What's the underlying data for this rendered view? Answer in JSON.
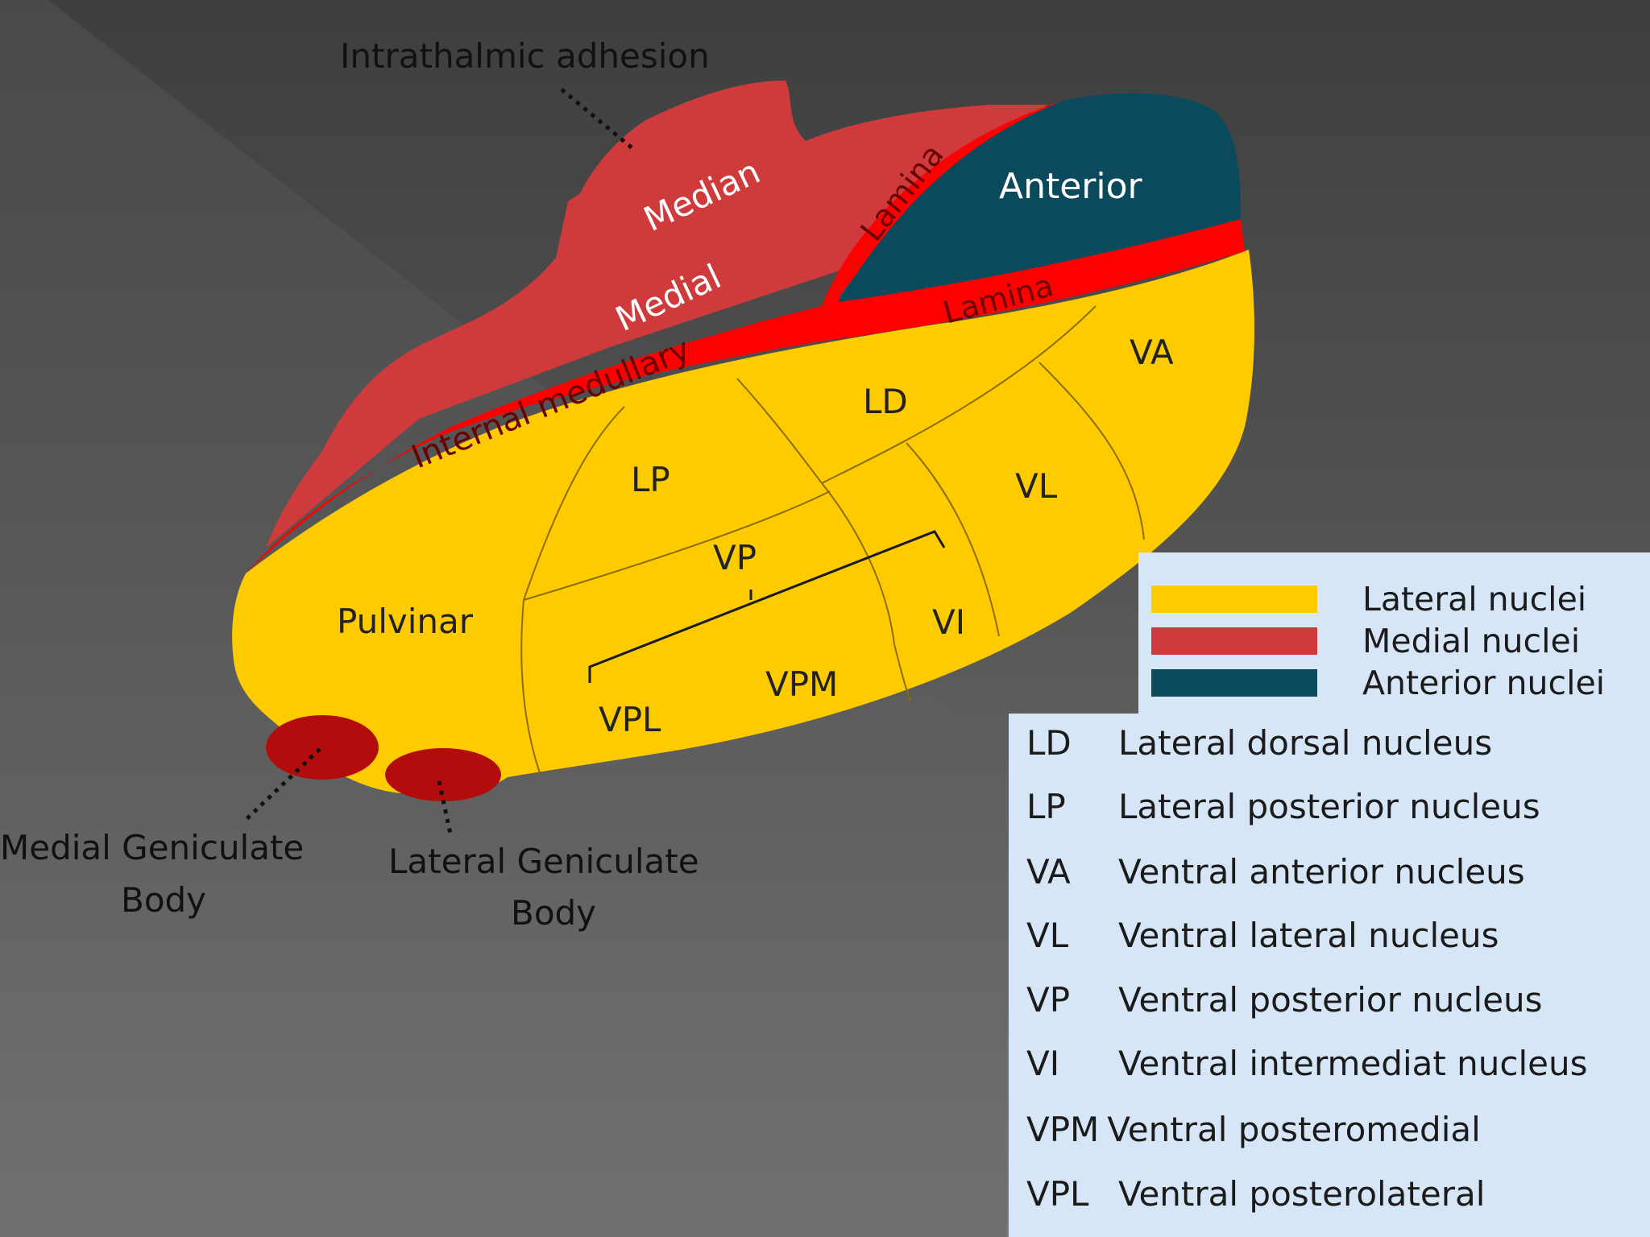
{
  "labels": {
    "adhesion": "Intrathalmic adhesion",
    "median": "Median",
    "medial": "Medial",
    "lamina_upper": "Lamina",
    "lamina_lower": "Lamina",
    "internal_medullary": "Internal medullary",
    "anterior": "Anterior",
    "va": "VA",
    "ld": "LD",
    "lp": "LP",
    "vl": "VL",
    "vp": "VP",
    "vi": "VI",
    "pulvinar": "Pulvinar",
    "vpm": "VPM",
    "vpl": "VPL",
    "medial_geniculate_line1": "Medial Geniculate",
    "medial_geniculate_line2": "Body",
    "lateral_geniculate_line1": "Lateral Geniculate",
    "lateral_geniculate_line2": "Body"
  },
  "colors": {
    "lateral": "#fecb00",
    "medial": "#cf3a3c",
    "anterior": "#0b4a5c",
    "lamina": "#ff0000",
    "geniculate": "#b30c0c"
  },
  "legend": [
    {
      "label": "Lateral nuclei",
      "color": "#fecb00"
    },
    {
      "label": "Medial nuclei",
      "color": "#cf3a3c"
    },
    {
      "label": "Anterior nuclei",
      "color": "#0b4a5c"
    }
  ],
  "abbreviations": [
    {
      "key": "LD",
      "value": "Lateral dorsal nucleus"
    },
    {
      "key": "LP",
      "value": "Lateral posterior nucleus"
    },
    {
      "key": "VA",
      "value": "Ventral anterior nucleus"
    },
    {
      "key": "VL",
      "value": "Ventral lateral nucleus"
    },
    {
      "key": "VP",
      "value": "Ventral posterior nucleus"
    },
    {
      "key": "VI",
      "value": "Ventral intermediat nucleus"
    },
    {
      "key": "VPM",
      "value": "Ventral posteromedial"
    },
    {
      "key": "VPL",
      "value": "Ventral posterolateral"
    }
  ]
}
